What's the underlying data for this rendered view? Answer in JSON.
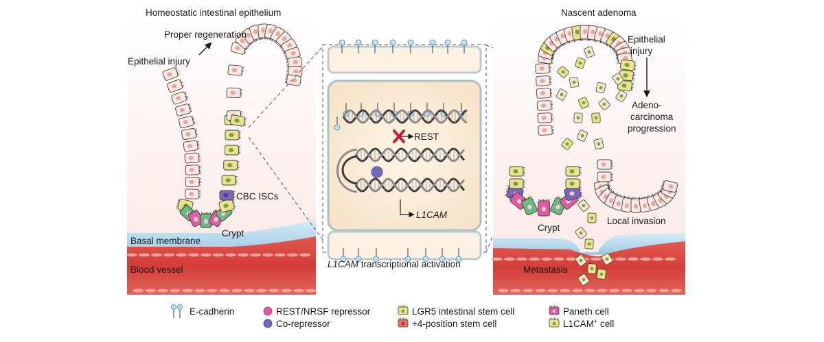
{
  "left_panel": {
    "title": "Homeostatic intestinal epithelium",
    "proper_regeneration": "Proper regeneration",
    "epithelial_injury": "Epithelial injury",
    "cbc_iscs": "CBC ISCs",
    "crypt": "Crypt",
    "basal_membrane": "Basal membrane",
    "blood_vessel": "Blood vessel"
  },
  "center_panel": {
    "rest": "REST",
    "gene": "L1CAM",
    "caption_gene": "L1CAM",
    "caption_rest": "transcriptional activation"
  },
  "right_panel": {
    "title": "Nascent adenoma",
    "epithelial": "Epithelial",
    "injury": "injury",
    "adeno": "Adeno-",
    "carcinoma": "carcinoma",
    "progression": "progression",
    "crypt": "Crypt",
    "local_invasion": "Local invasion",
    "metastasis": "Metastasis"
  },
  "legend": {
    "e_cadherin": "E-cadherin",
    "rest_nrsf": "REST/NRSF repressor",
    "co_repressor": "Co-repressor",
    "lgr5": "LGR5 intestinal stem cell",
    "plus4": "+4-position stem cell",
    "paneth": "Paneth cell",
    "l1cam_cell": "L1CAM",
    "l1cam_sup": "+",
    "l1cam_suffix": " cell"
  },
  "colors": {
    "normal_cell": "#f6e9e5",
    "nucleus": "#e7a79e",
    "lgr5": "#e6e58c",
    "lgr5_nucleus": "#7e9c4d",
    "paneth": "#dd5da3",
    "plus4": "#e9726b",
    "co_repressor": "#7767bd",
    "green_cell": "#69b982",
    "membrane": "#a6d2ea",
    "vessel": "#d8463f",
    "panel_bg": "#fbefe1",
    "cross": "#c8202c"
  }
}
